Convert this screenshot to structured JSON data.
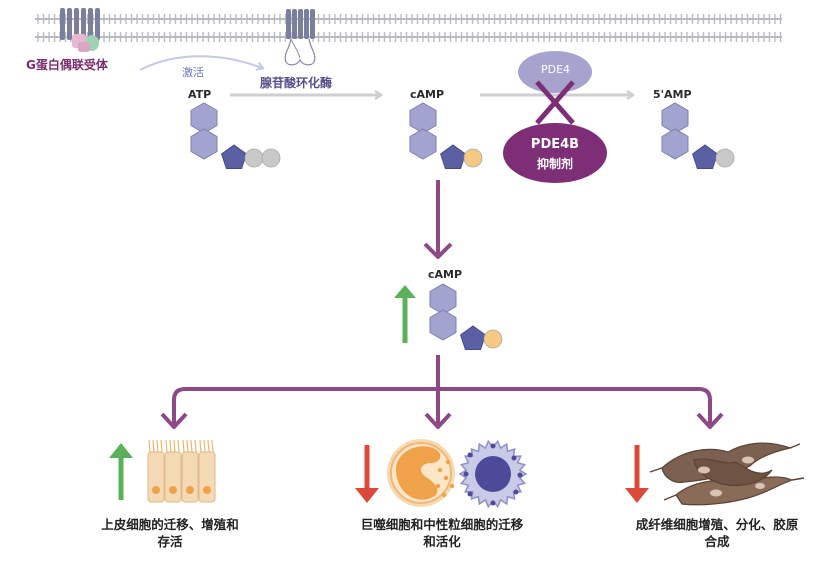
{
  "labels": {
    "gpcr": "G蛋白偶联受体",
    "activate": "激活",
    "adenylyl_cyclase": "腺苷酸环化酶",
    "atp": "ATP",
    "camp_top": "cAMP",
    "pde4": "PDE4",
    "amp5": "5'AMP",
    "pde4b_line1": "PDE4B",
    "pde4b_line2": "抑制剂",
    "camp_mid": "cAMP"
  },
  "outcomes": [
    {
      "text": "上皮细胞的迁移、增殖和存活",
      "direction": "up"
    },
    {
      "text": "巨噬细胞和中性粒细胞的迁移和活化",
      "direction": "down"
    },
    {
      "text": "成纤维细胞增殖、分化、胶原合成",
      "direction": "down"
    }
  ],
  "colors": {
    "membrane": "#b9bac1",
    "receptor": "#7a7f9f",
    "hexagon": "#a3a3cf",
    "pentagon": "#5b5fa3",
    "phosphate_grey": "#c9c9c9",
    "cyclic_phosphate": "#f6c983",
    "arrow_grey": "#cfcfcf",
    "pathway_purple": "#8e4a87",
    "pde4_oval": "#a6a3cf",
    "inhibitor_oval": "#7e2e76",
    "up_green": "#5bb05a",
    "down_red": "#d94a3a",
    "epithelial": "#f4d9b5",
    "macrophage": "#f0a24a",
    "neutrophil": "#4c4a99",
    "fibroblast": "#7d6150"
  }
}
